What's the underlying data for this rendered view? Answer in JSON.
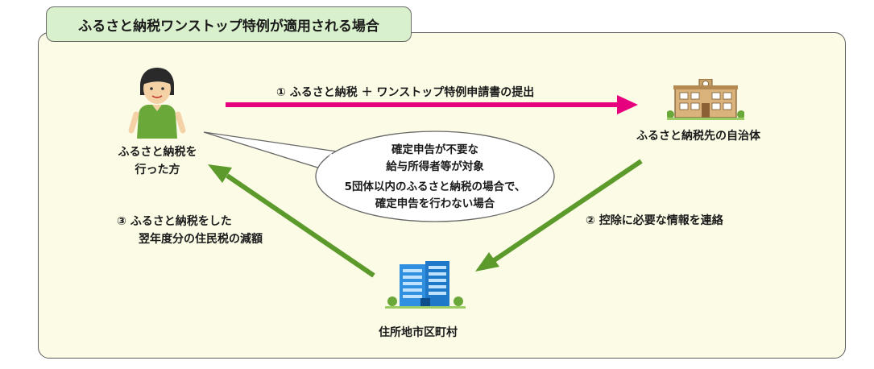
{
  "title": "ふるさと納税ワンストップ特例が適用される場合",
  "nodes": {
    "taxpayer": {
      "label_line1": "ふるさと納税を",
      "label_line2": "行った方"
    },
    "donation_municipality": {
      "label": "ふるさと納税先の自治体"
    },
    "residence_municipality": {
      "label": "住所地市区町村"
    }
  },
  "steps": [
    {
      "number": "①",
      "text": "ふるさと納税 ＋ ワンストップ特例申請書の提出"
    },
    {
      "number": "②",
      "text": "控除に必要な情報を連絡"
    },
    {
      "number": "③",
      "text_line1": "ふるさと納税をした",
      "text_line2": "翌年度分の住民税の減額"
    }
  ],
  "callout": {
    "line1": "確定申告が不要な",
    "line2": "給与所得者等が対象",
    "line3": "5団体以内のふるさと納税の場合で、",
    "line4": "確定申告を行わない場合"
  },
  "colors": {
    "arrow_step1": "#e6007e",
    "arrow_steps23": "#5c9a2c",
    "frame_background": "#fcfbe6",
    "title_background": "#d8f0cc"
  },
  "icons": {
    "taxpayer": "person-icon",
    "donation_municipality": "town-hall-icon",
    "residence_municipality": "office-building-icon"
  }
}
